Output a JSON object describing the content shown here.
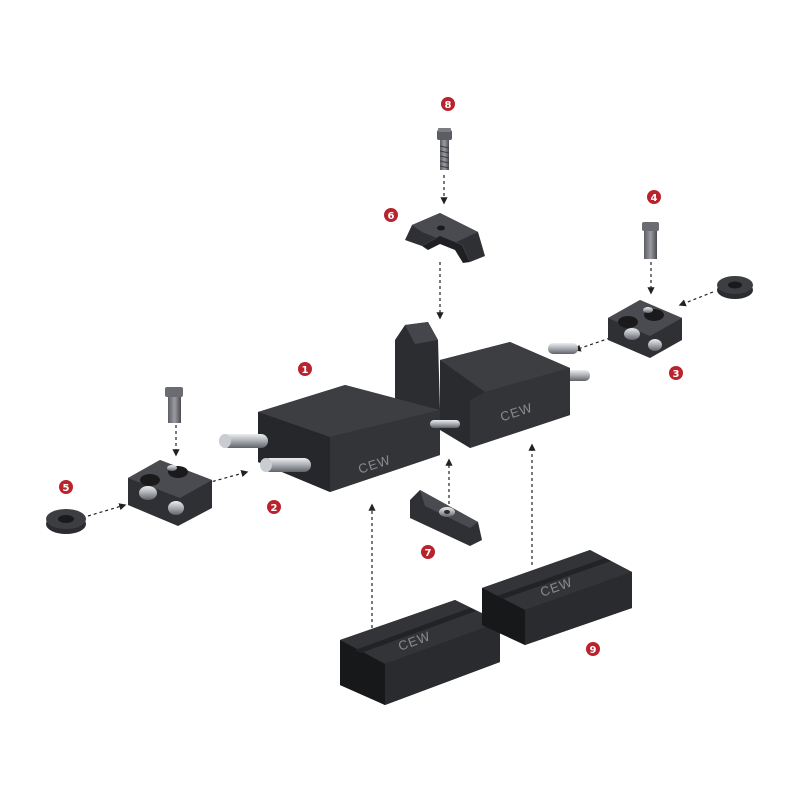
{
  "colors": {
    "callout": "#b8232d",
    "part_dark": "#333438",
    "part_top": "#3d3e42",
    "part_front": "#2a2b2f",
    "metal": "#b9bcc1",
    "brand_text": "#8a8b90"
  },
  "brand": "CEW",
  "callouts": {
    "c1": "1",
    "c2": "2",
    "c3": "3",
    "c4": "4",
    "c5": "5",
    "c6": "6",
    "c7": "7",
    "c8": "8",
    "c9": "9"
  }
}
